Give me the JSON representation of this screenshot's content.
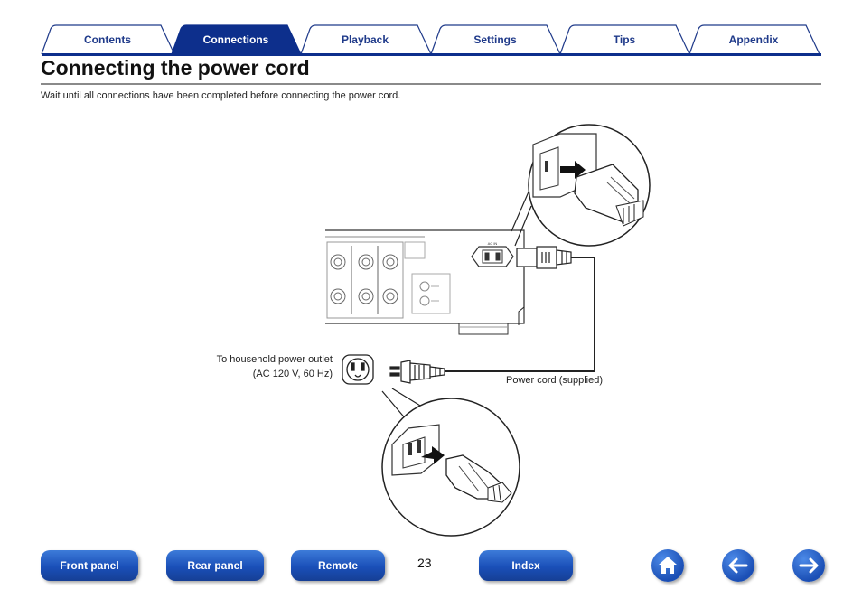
{
  "tabs": [
    {
      "label": "Contents",
      "active": false
    },
    {
      "label": "Connections",
      "active": true
    },
    {
      "label": "Playback",
      "active": false
    },
    {
      "label": "Settings",
      "active": false
    },
    {
      "label": "Tips",
      "active": false
    },
    {
      "label": "Appendix",
      "active": false
    }
  ],
  "page": {
    "title": "Connecting the power cord",
    "intro": "Wait until all connections have been completed before connecting the power cord.",
    "number": "23"
  },
  "diagram": {
    "outlet_label_line1": "To household power outlet",
    "outlet_label_line2": "(AC 120 V, 60 Hz)",
    "cord_label": "Power cord (supplied)"
  },
  "footer": {
    "front_panel": "Front panel",
    "rear_panel": "Rear panel",
    "remote": "Remote",
    "index": "Index"
  },
  "icons": {
    "home": "home-icon",
    "back": "arrow-left-icon",
    "forward": "arrow-right-icon"
  },
  "colors": {
    "accent": "#1f3a8a",
    "button": "#1a4fb8",
    "active_tab": "#0d2f8c"
  }
}
